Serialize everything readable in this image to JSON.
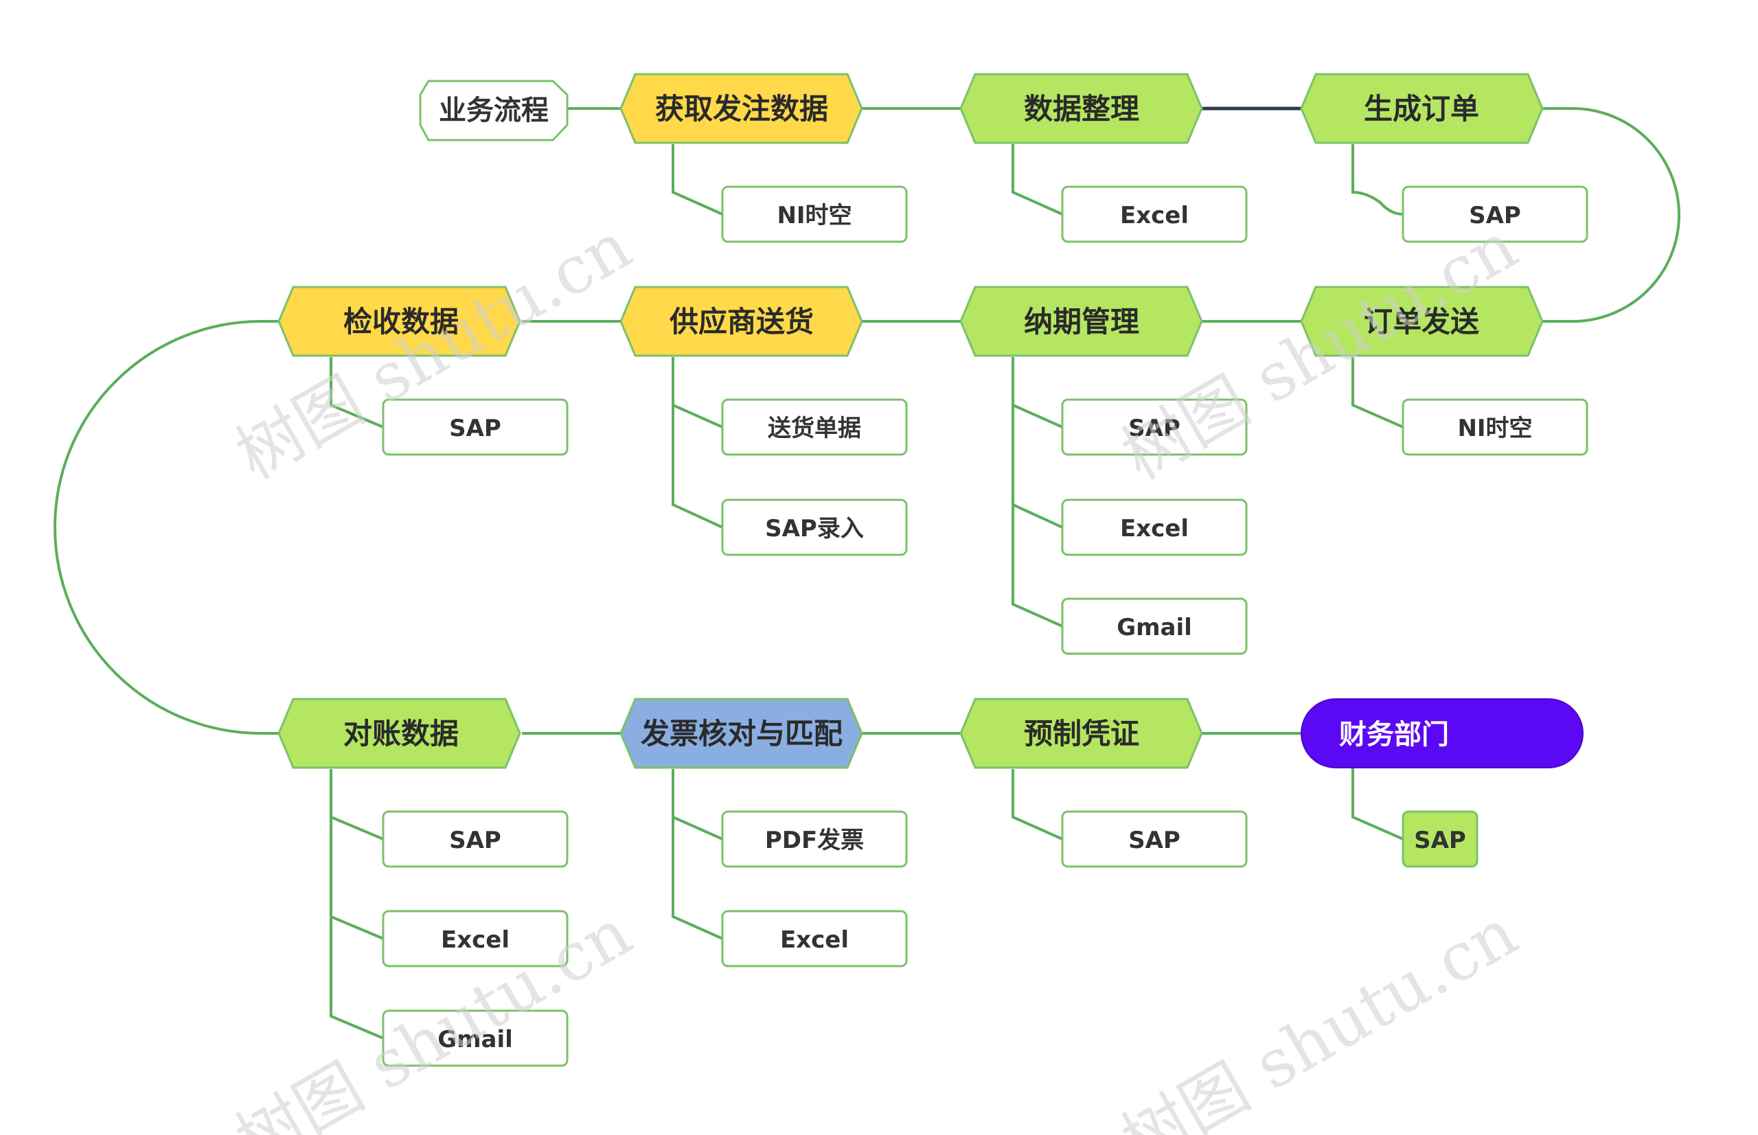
{
  "root": {
    "label": "业务流程"
  },
  "rows": [
    {
      "nodes": [
        {
          "label": "获取发注数据",
          "color": "#FFD94A",
          "children": [
            "NI时空"
          ]
        },
        {
          "label": "数据整理",
          "color": "#B5E661",
          "children": [
            "Excel"
          ]
        },
        {
          "label": "生成订单",
          "color": "#B5E661",
          "children": [
            "SAP"
          ]
        }
      ]
    },
    {
      "nodes": [
        {
          "label": "检收数据",
          "color": "#FFD94A",
          "children": [
            "SAP"
          ]
        },
        {
          "label": "供应商送货",
          "color": "#FFD94A",
          "children": [
            "送货单据",
            "SAP录入"
          ]
        },
        {
          "label": "纳期管理",
          "color": "#B5E661",
          "children": [
            "SAP",
            "Excel",
            "Gmail"
          ]
        },
        {
          "label": "订单发送",
          "color": "#B5E661",
          "children": [
            "NI时空"
          ]
        }
      ]
    },
    {
      "nodes": [
        {
          "label": "对账数据",
          "color": "#B5E661",
          "children": [
            "SAP",
            "Excel",
            "Gmail"
          ]
        },
        {
          "label": "发票核对与匹配",
          "color": "#8AAEE0",
          "children": [
            "PDF发票",
            "Excel"
          ]
        },
        {
          "label": "预制凭证",
          "color": "#B5E661",
          "children": [
            "SAP"
          ]
        },
        {
          "label": "财务部门",
          "color": "#5B08F5",
          "children": [
            "SAP"
          ]
        }
      ]
    }
  ],
  "colors": {
    "connector": "#5BAE5B",
    "dark_connector": "#2E3B4E",
    "node_border": "#7BC16A",
    "child_fill": "#FFFFFF",
    "highlight_child_fill": "#B5E661"
  },
  "watermark": {
    "text": "树图 shutu.cn"
  }
}
